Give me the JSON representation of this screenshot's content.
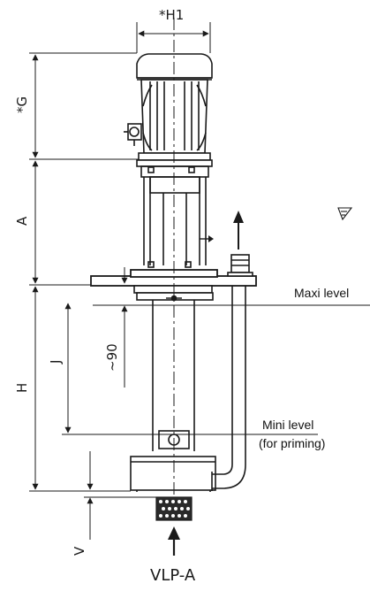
{
  "drawing": {
    "dimensions": {
      "h1": "*H1",
      "g": "*G",
      "a": "A",
      "h": "H",
      "j": "J",
      "ninety": "~90",
      "v": "V"
    },
    "labels": {
      "maxi_level": "Maxi level",
      "mini_level": "Mini level",
      "mini_level_note": "(for priming)",
      "model": "VLP-A"
    },
    "colors": {
      "line": "#1a1a1a",
      "mesh_fill": "#2a2a2a",
      "mesh_dot": "#ffffff"
    },
    "icons": [
      "flow-arrow-icon",
      "inlet-arrow-icon",
      "pipe-arrow-icon"
    ]
  }
}
